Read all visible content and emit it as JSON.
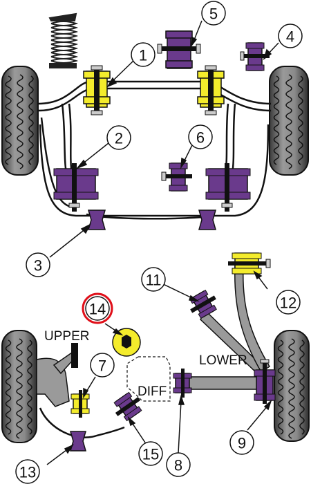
{
  "diagram": {
    "callouts": [
      "1",
      "2",
      "3",
      "4",
      "5",
      "6",
      "7",
      "8",
      "9",
      "11",
      "12",
      "13",
      "14",
      "15"
    ],
    "labels": {
      "upper": "UPPER",
      "lower": "LOWER",
      "diff": "DIFF"
    },
    "highlighted_callout": "14",
    "colors": {
      "bush_purple": "#6a3a8c",
      "bush_purple_dark": "#3f1f5a",
      "bush_yellow": "#f4ec2c",
      "bush_yellow_dark": "#b5a800",
      "tyre_grey": "#7b7b7b",
      "arm_grey": "#9a9a9a",
      "highlight_red": "#e0101a"
    }
  }
}
